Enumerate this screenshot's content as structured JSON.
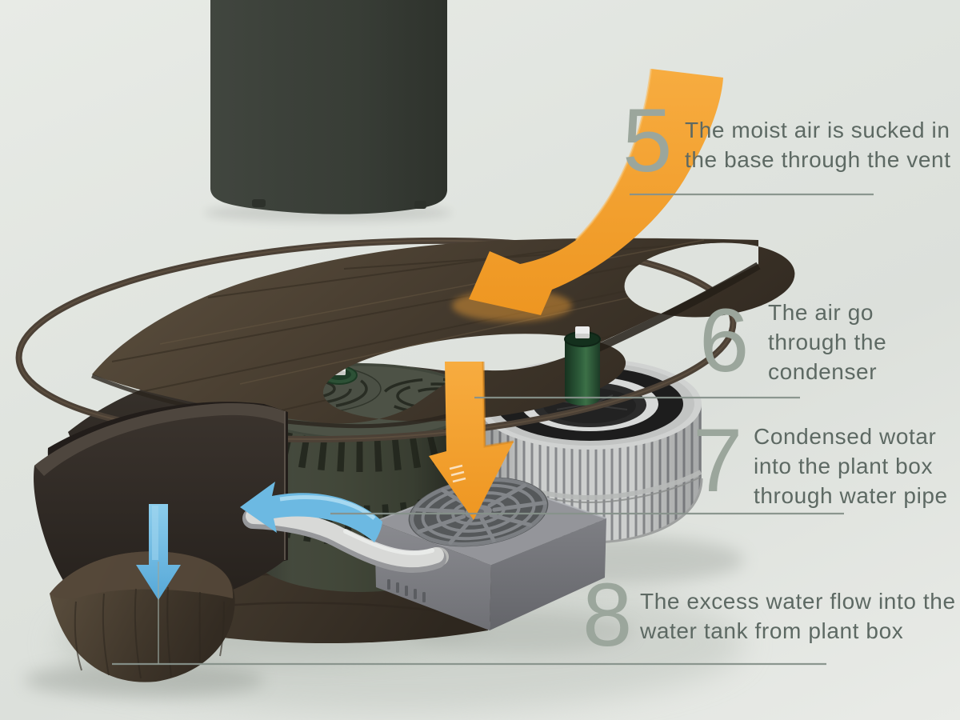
{
  "annotations": [
    {
      "number": "5",
      "lines": [
        "The moist air is sucked in",
        "the base through the vent"
      ]
    },
    {
      "number": "6",
      "lines": [
        "The air go",
        "through the",
        "condenser"
      ]
    },
    {
      "number": "7",
      "lines": [
        "Condensed wotar",
        "into the plant box",
        "through water pipe"
      ]
    },
    {
      "number": "8",
      "lines": [
        "The excess water flow into the",
        "water tank from plant box"
      ]
    }
  ],
  "colors": {
    "background": "#dfe3de",
    "accent_orange": "#f3a231",
    "accent_blue": "#6cb9e2",
    "number": "#9ba69c",
    "text": "#5d6963",
    "leader_line": "#87928b",
    "wood": "#4a3f31",
    "unit_dark": "#3a3f38",
    "filter_light": "#cdcfce",
    "filter_ring_black": "#1d1d1d",
    "core_green": "#2d5136"
  },
  "icons": {
    "moist_air_flow": "orange-swoosh-arrow",
    "condenser_flow": "orange-down-arrow",
    "water_pipe_flow": "blue-curve-arrow",
    "excess_water_flow": "blue-down-arrow",
    "fan": "fan-grille"
  }
}
